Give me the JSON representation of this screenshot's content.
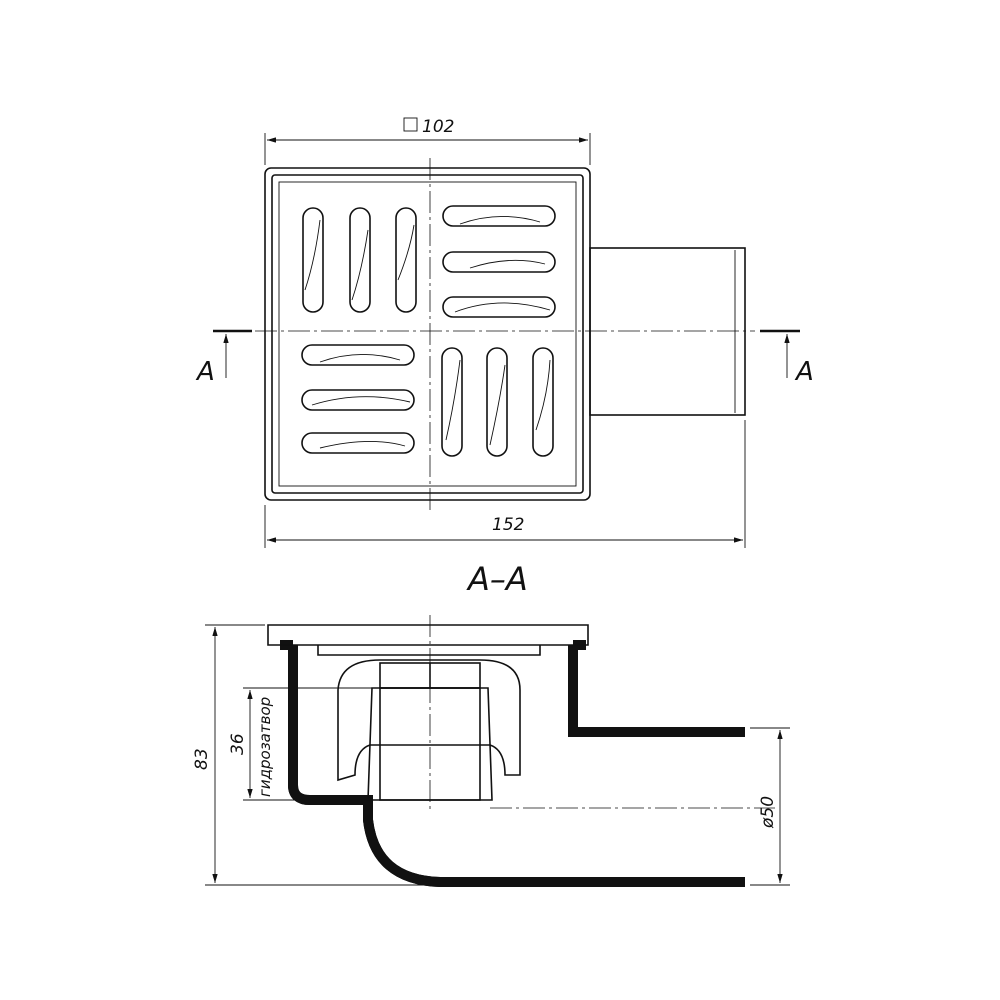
{
  "top_view": {
    "dim_width_symbol": "square",
    "dim_width": "102",
    "dim_total": "152",
    "section_mark_left": "A",
    "section_mark_right": "A"
  },
  "section_view": {
    "title": "A–A",
    "dim_height": "83",
    "dim_seal": "36",
    "seal_label": "гидрозатвор",
    "dim_pipe": "ø50"
  }
}
